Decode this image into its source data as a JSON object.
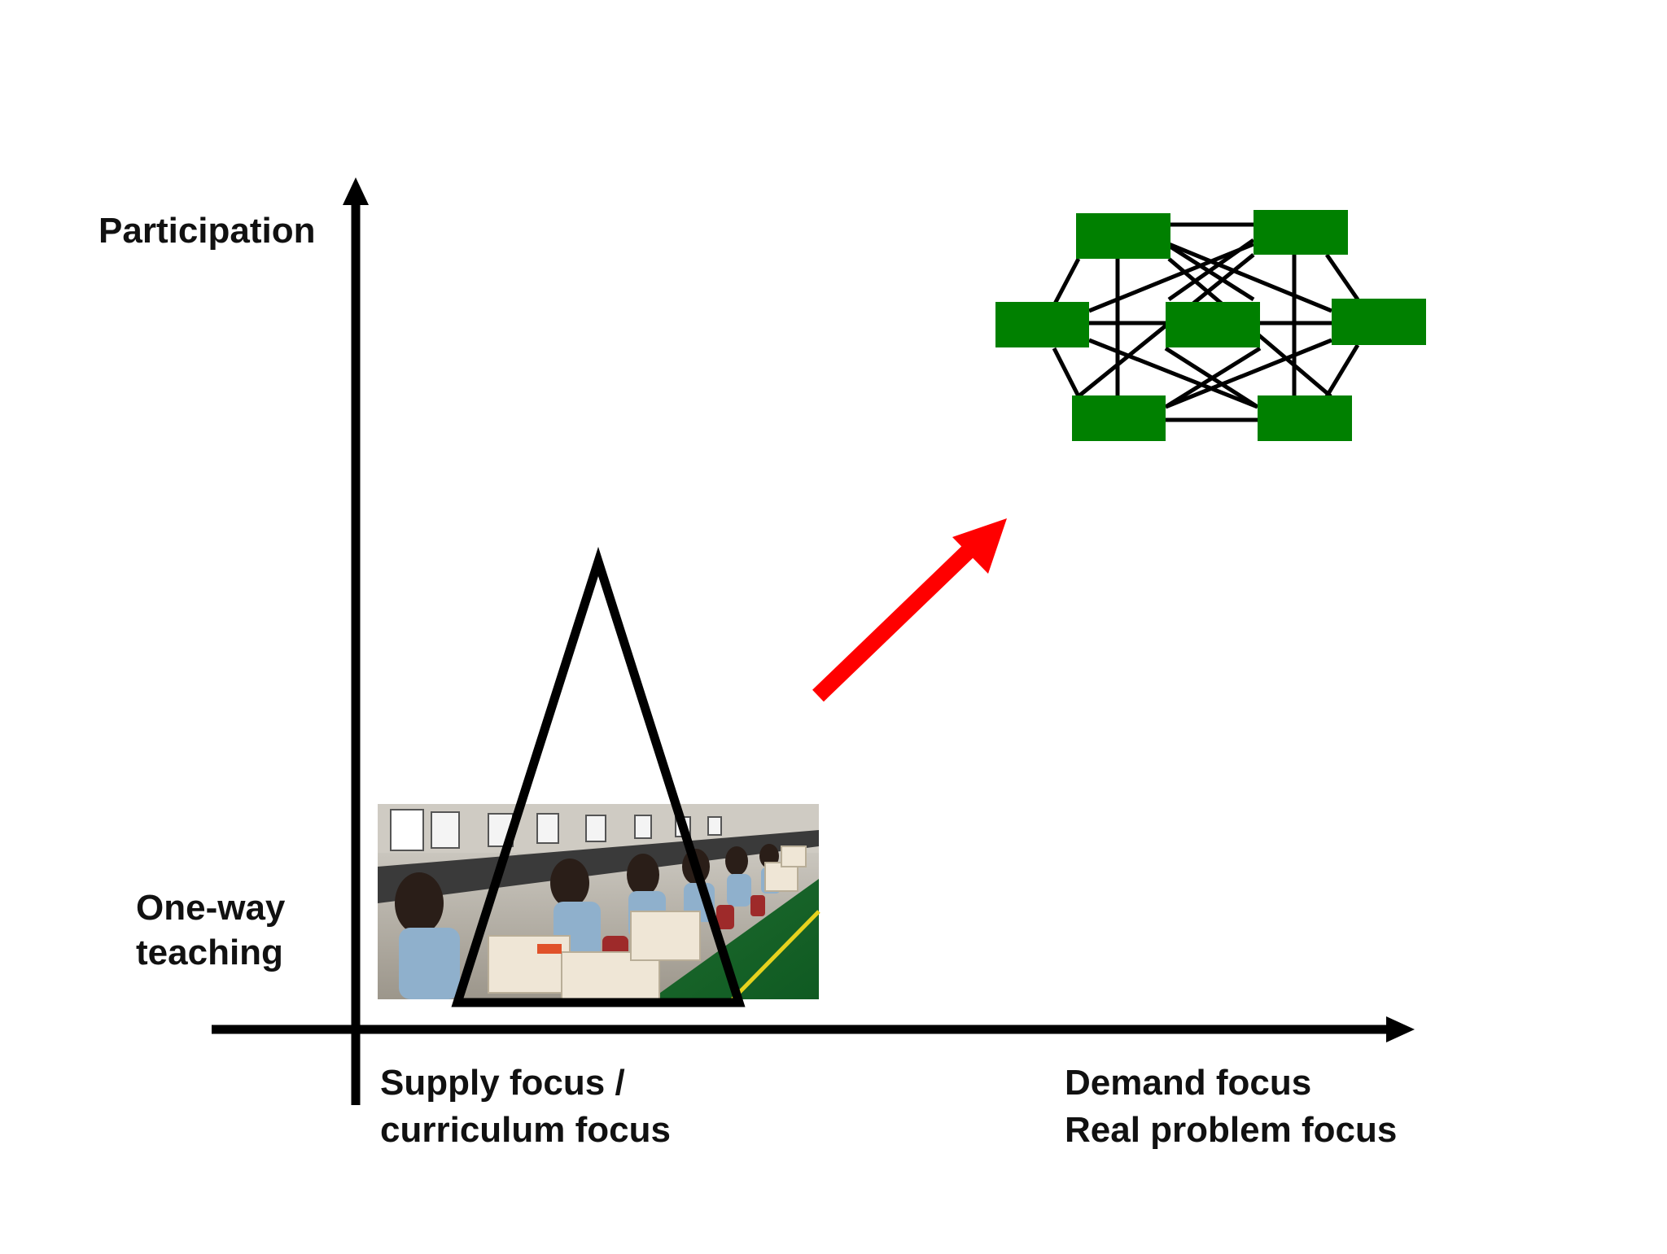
{
  "axes": {
    "y_label": "Participation",
    "x_label_left_line1": "Supply focus /",
    "x_label_left_line2": "curriculum focus",
    "x_label_right_line1": "Demand focus",
    "x_label_right_line2": "Real problem focus",
    "y_label_low_line1": "One-way",
    "y_label_low_line2": "teaching"
  },
  "colors": {
    "axis": "#000000",
    "arrow": "#ff0000",
    "network_node": "#008000",
    "network_edge": "#000000",
    "triangle": "#000000"
  },
  "photo": {
    "description_icon": "classroom-photo"
  }
}
